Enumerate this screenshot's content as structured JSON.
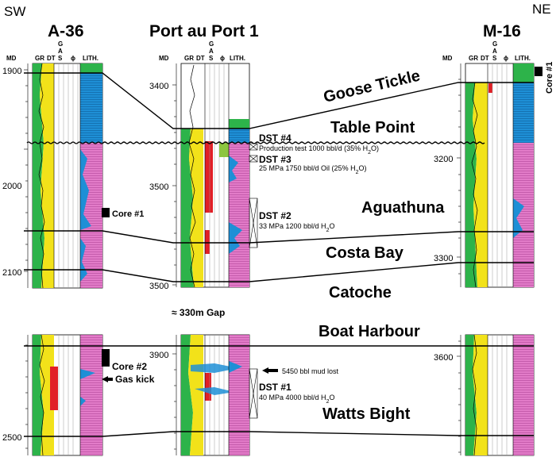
{
  "orientation": {
    "left": "SW",
    "right": "NE"
  },
  "wells": [
    {
      "name": "A-36",
      "md_label": "MD",
      "depths": [
        "1900",
        "2000",
        "2100",
        "2500"
      ]
    },
    {
      "name": "Port au Port 1",
      "md_label": "MD",
      "depths": [
        "3400",
        "3500",
        "3500",
        "3900"
      ]
    },
    {
      "name": "M-16",
      "md_label": "MD",
      "depths": [
        "3200",
        "3300",
        "3600"
      ]
    }
  ],
  "track_headers": {
    "gr": "GR",
    "dt": "DT",
    "gas": [
      "G",
      "A",
      "S"
    ],
    "phi": "ϕ",
    "lith": "LITH."
  },
  "formations": [
    "Goose Tickle",
    "Table Point",
    "Aguathuna",
    "Costa Bay",
    "Catoche",
    "Boat Harbour",
    "Watts Bight"
  ],
  "gap_label": "≈ 330m Gap",
  "cores": [
    "Core #1",
    "Core #2",
    "Core #1"
  ],
  "gas_kick": "Gas kick",
  "dst": [
    {
      "name": "DST #4",
      "desc": "Production test 1000 bbl/d (35% H",
      "sub": "2",
      "tail": "O)"
    },
    {
      "name": "DST #3",
      "desc": "25 MPa 1750 bbl/d Oil (25% H",
      "sub": "2",
      "tail": "O)"
    },
    {
      "name": "DST #2",
      "desc": "33 MPa 1200 bbl/d H",
      "sub": "2",
      "tail": "O"
    },
    {
      "name": "DST #1",
      "desc": "40 MPa 4000 bbl/d H",
      "sub": "2",
      "tail": "O"
    }
  ],
  "mud_lost": "5450 bbl mud lost",
  "colors": {
    "gr_fill": "#2db34a",
    "dt_fill": "#f2e21a",
    "gas_red": "#e11f26",
    "lith_blue": "#1e8fd6",
    "lith_pink": "#e27bc8",
    "oil": "#8cc63f"
  }
}
